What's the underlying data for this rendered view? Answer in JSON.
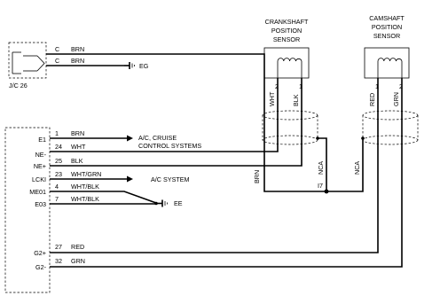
{
  "junction": {
    "name": "J/C 26",
    "pins": [
      "C",
      "C"
    ],
    "wire_colors": [
      "BRN",
      "BRN"
    ]
  },
  "ground_eg": "EG",
  "ground_ee": "EE",
  "sensors": {
    "crank": {
      "title_lines": [
        "CRANKSHAFT",
        "POSITION",
        "SENSOR"
      ],
      "pins": [
        "2",
        "1"
      ],
      "wire_colors": [
        "WHT",
        "BLK"
      ]
    },
    "cam": {
      "title_lines": [
        "CAMSHAFT",
        "POSITION",
        "SENSOR"
      ],
      "pins": [
        "1",
        "2"
      ],
      "wire_colors": [
        "RED",
        "GRN"
      ]
    }
  },
  "ecu_rows": [
    {
      "terminal": "E1",
      "pin": "1",
      "color": "BRN"
    },
    {
      "terminal": "NE-",
      "pin": "24",
      "color": "WHT"
    },
    {
      "terminal": "NE+",
      "pin": "25",
      "color": "BLK"
    },
    {
      "terminal": "LCKI",
      "pin": "23",
      "color": "WHT/GRN"
    },
    {
      "terminal": "ME01",
      "pin": "4",
      "color": "WHT/BLK"
    },
    {
      "terminal": "E03",
      "pin": "7",
      "color": "WHT/BLK"
    },
    {
      "terminal": "G2+",
      "pin": "27",
      "color": "RED"
    },
    {
      "terminal": "G2-",
      "pin": "32",
      "color": "GRN"
    }
  ],
  "destinations": {
    "cruise_line1": "A/C, CRUISE",
    "cruise_line2": "CONTROL SYSTEMS",
    "ac": "A/C SYSTEM"
  },
  "shield": {
    "crank_drain": "NCA",
    "cam_drain": "NCA",
    "splice": "I7",
    "ground_wire": "BRN"
  }
}
